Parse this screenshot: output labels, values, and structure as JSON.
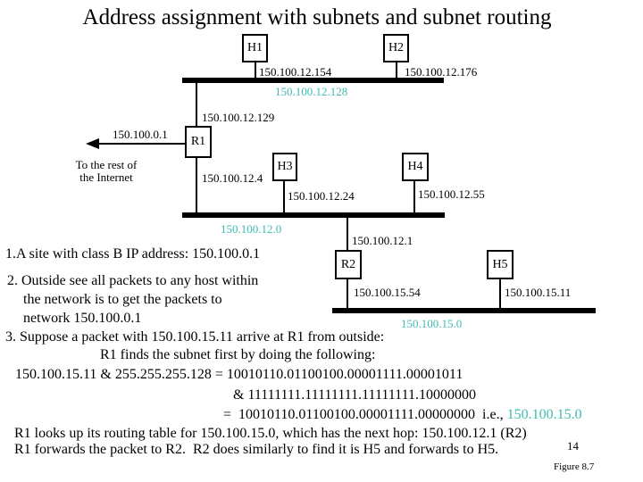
{
  "title": "Address assignment with subnets and subnet routing",
  "colors": {
    "subnet_teal": "#3dbdb2",
    "text": "#000000"
  },
  "diagram": {
    "nodes": {
      "h1": "H1",
      "h2": "H2",
      "r1": "R1",
      "h3": "H3",
      "h4": "H4",
      "r2": "R2",
      "h5": "H5"
    },
    "ip_labels": {
      "h1": "150.100.12.154",
      "h2": "150.100.12.176",
      "r1_upper": "150.100.12.129",
      "r1_external": "150.100.0.1",
      "r1_lower": "150.100.12.4",
      "h3": "150.100.12.24",
      "h4": "150.100.12.55",
      "r2_upper": "150.100.12.1",
      "r2_lower": "150.100.15.54",
      "h5": "150.100.15.11"
    },
    "subnets": {
      "top": "150.100.12.128",
      "middle": "150.100.12.0",
      "bottom": "150.100.15.0"
    },
    "internet_caption": {
      "line1": "To the rest of",
      "line2": "the Internet"
    }
  },
  "notes": {
    "item1": "1.A site with class B IP address: 150.100.0.1",
    "item2_line1": "2. Outside see all packets to any host within",
    "item2_line2": "the network is to get the packets to",
    "item2_line3": "network 150.100.0.1",
    "item3_line1": "3. Suppose a packet with 150.100.15.11 arrive at R1 from outside:",
    "item3_line2": "R1 finds the subnet first by doing the following:",
    "calc_line1": "150.100.15.11 & 255.255.255.128 = 10010110.01100100.00001111.00001011",
    "calc_line2": "& 11111111.11111111.11111111.10000000",
    "calc_line3_black": "=  10010110.01100100.00001111.00000000  i.e., ",
    "calc_line3_teal": "150.100.15.0",
    "result_line1": "R1 looks up its routing table for 150.100.15.0, which has the next hop: 150.100.12.1 (R2)",
    "result_line2": "R1 forwards the packet to R2.  R2 does similarly to find it is H5 and forwards to H5."
  },
  "page_number": "14",
  "figure_caption": "Figure 8.7"
}
